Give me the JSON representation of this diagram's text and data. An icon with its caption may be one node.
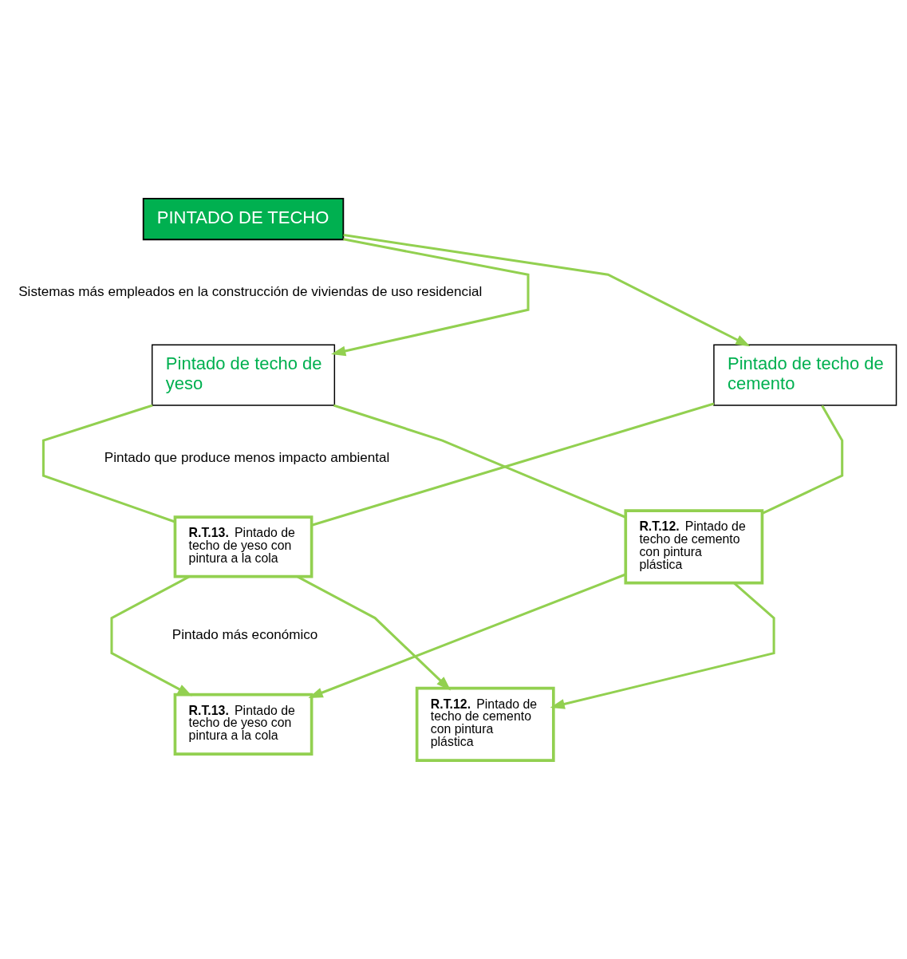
{
  "diagram": {
    "nodes": [
      {
        "text": [
          "PINTADO DE TECHO"
        ]
      },
      {
        "text": [
          "Pintado de techo de yeso"
        ]
      },
      {
        "text": [
          "Pintado de techo de cemento"
        ]
      },
      {
        "text": [
          "**R.T.13.** Pintado de techo de yeso con pintura a la cola"
        ]
      },
      {
        "text": [
          "**R.T.12.** Pintado de techo de cemento con pintura plástica"
        ]
      },
      {
        "text": [
          "**R.T.13.** Pintado de techo de yeso con pintura a la cola"
        ]
      },
      {
        "text": [
          "**R.T.12.** Pintado de techo de cemento con pintura plástica"
        ]
      }
    ],
    "edges": [
      {
        "from": 0,
        "to": 1,
        "arrow": "to"
      },
      {
        "from": 0,
        "to": 2,
        "arrow": "to"
      },
      {
        "from": 1,
        "to": 3,
        "arrow": "none"
      },
      {
        "from": 1,
        "to": 4,
        "arrow": "none"
      },
      {
        "from": 2,
        "to": 3,
        "arrow": "none"
      },
      {
        "from": 2,
        "to": 4,
        "arrow": "none"
      },
      {
        "from": 3,
        "to": 5,
        "arrow": "to"
      },
      {
        "from": 3,
        "to": 6,
        "arrow": "to"
      },
      {
        "from": 4,
        "to": 5,
        "arrow": "to"
      },
      {
        "from": 4,
        "to": 6,
        "arrow": "to"
      }
    ],
    "labels": [
      "Sistemas más empleados en la construcción de viviendas de uso residencial",
      "Pintado que produce menos impacto ambiental",
      "Pintado más económico"
    ]
  }
}
